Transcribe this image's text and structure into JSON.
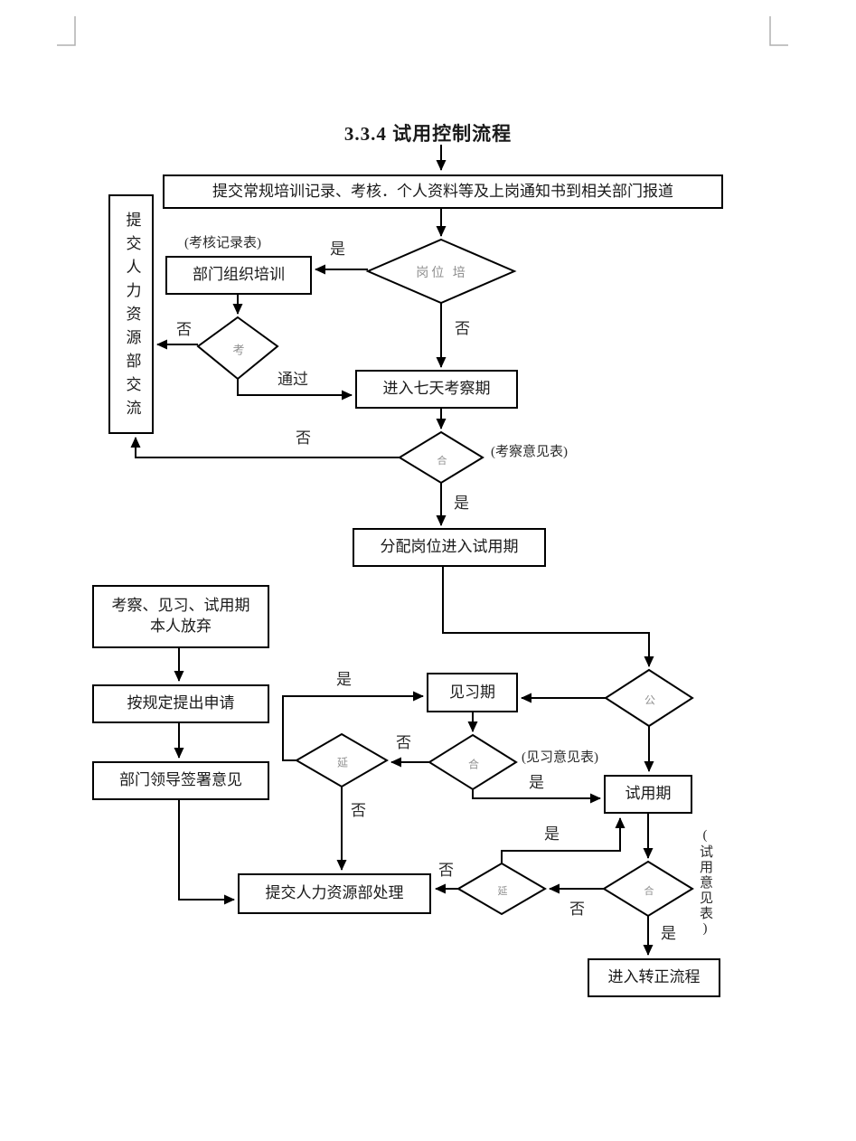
{
  "title": "3.3.4 试用控制流程",
  "nodes": {
    "submit_docs": "提交常规培训记录、考核．个人资料等及上岗通知书到相关部门报道",
    "hr_exchange": "提交人力资源部交流",
    "dept_training": "部门组织培训",
    "seven_day": "进入七天考察期",
    "assign_post": "分配岗位进入试用期",
    "give_up_line1": "考察、见习、试用期",
    "give_up_line2": "本人放弃",
    "apply": "按规定提出申请",
    "leader_sign": "部门领导签署意见",
    "intern": "见习期",
    "trial": "试用期",
    "hr_handle": "提交人力资源部处理",
    "regularize": "进入转正流程"
  },
  "decisions": {
    "post_training": "岗位 培",
    "assess": "考",
    "observe_pass": "合",
    "split": "公",
    "intern_pass": "合",
    "extend_intern": "延",
    "trial_pass": "合",
    "extend_trial": "延"
  },
  "labels": {
    "yes_post": "是",
    "no_post": "否",
    "no_assess": "否",
    "pass": "通过",
    "no_observe": "否",
    "yes_observe": "是",
    "yes_intern_loop": "是",
    "no_intern": "否",
    "yes_intern": "是",
    "no_extend_intern": "否",
    "yes_trial_loop": "是",
    "no_extend_trial": "否",
    "no_trial": "否",
    "yes_trial": "是"
  },
  "forms": {
    "assess_record": "(考核记录表)",
    "observe_opinion": "(考察意见表)",
    "intern_opinion": "(见习意见表)",
    "trial_opinion": "(试用意见表)"
  },
  "colors": {
    "ink": "#000000",
    "faint_glyph": "#8f8f8f",
    "crop_mark": "#b0b0b0"
  }
}
